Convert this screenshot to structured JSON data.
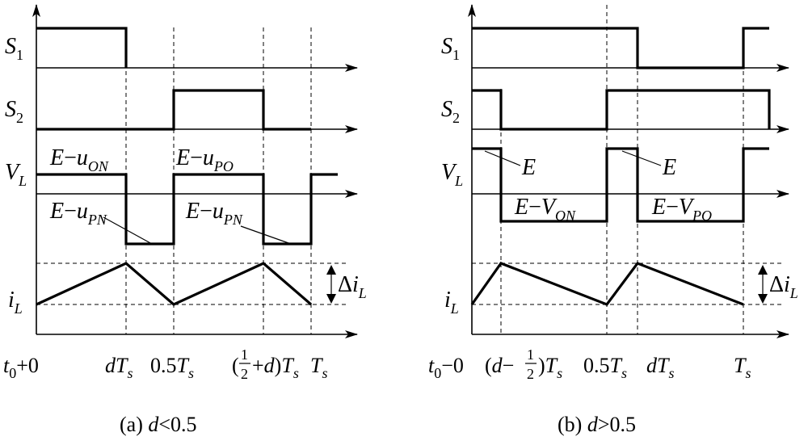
{
  "panel_a": {
    "caption_prefix": "(a) ",
    "caption_var": "d",
    "caption_rel": "<0.5",
    "signals": {
      "s1": {
        "main": "S",
        "sub": "1"
      },
      "s2": {
        "main": "S",
        "sub": "2"
      },
      "vl": {
        "main": "V",
        "sub": "L"
      },
      "il": {
        "main": "i",
        "sub": "L"
      }
    },
    "annotations": {
      "e_u_on": {
        "pre": "E",
        "op": "−",
        "var": "u",
        "sub": "ON"
      },
      "e_u_po": {
        "pre": "E",
        "op": "−",
        "var": "u",
        "sub": "PO"
      },
      "e_u_pn_1": {
        "pre": "E",
        "op": "−",
        "var": "u",
        "sub": "PN"
      },
      "e_u_pn_2": {
        "pre": "E",
        "op": "−",
        "var": "u",
        "sub": "PN"
      },
      "delta_il": {
        "pre": "Δ",
        "var": "i",
        "sub": "L"
      }
    },
    "ticks": {
      "t0": {
        "var": "t",
        "sub": "0",
        "rest": "+0"
      },
      "dts": {
        "pre": "d",
        "var": "T",
        "sub": "s"
      },
      "half_ts": {
        "pre": "0.5",
        "var": "T",
        "sub": "s"
      },
      "half_plus_d": {
        "open": "(",
        "num": "1",
        "den": "2",
        "mid": "+",
        "var2": "d",
        "close": ")",
        "var": "T",
        "sub": "s"
      },
      "ts": {
        "var": "T",
        "sub": "s"
      }
    }
  },
  "panel_b": {
    "caption_prefix": "(b) ",
    "caption_var": "d",
    "caption_rel": ">0.5",
    "signals": {
      "s1": {
        "main": "S",
        "sub": "1"
      },
      "s2": {
        "main": "S",
        "sub": "2"
      },
      "vl": {
        "main": "V",
        "sub": "L"
      },
      "il": {
        "main": "i",
        "sub": "L"
      }
    },
    "annotations": {
      "e_1": {
        "pre": "E"
      },
      "e_2": {
        "pre": "E"
      },
      "e_v_on": {
        "pre": "E",
        "op": "−",
        "var": "V",
        "sub": "ON"
      },
      "e_v_po": {
        "pre": "E",
        "op": "−",
        "var": "V",
        "sub": "PO"
      },
      "delta_il": {
        "pre": "Δ",
        "var": "i",
        "sub": "L"
      }
    },
    "ticks": {
      "t0": {
        "var": "t",
        "sub": "0",
        "rest": "−0"
      },
      "d_minus_half": {
        "open": "(",
        "var2": "d",
        "mid": "−",
        "num": "1",
        "den": "2",
        "close": ")",
        "var": "T",
        "sub": "s"
      },
      "half_ts": {
        "pre": "0.5",
        "var": "T",
        "sub": "s"
      },
      "dts": {
        "pre": "d",
        "var": "T",
        "sub": "s"
      },
      "ts": {
        "var": "T",
        "sub": "s"
      }
    }
  }
}
